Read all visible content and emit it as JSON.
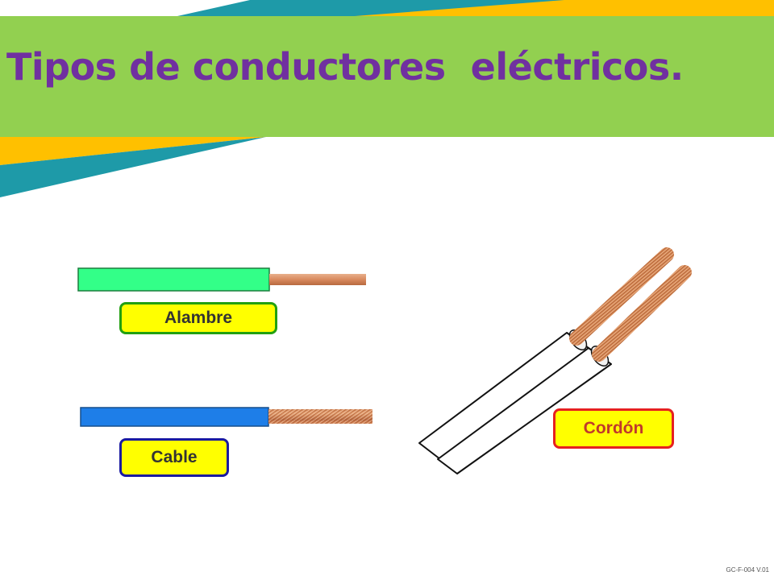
{
  "slide": {
    "title": "Tipos de conductores  eléctricos.",
    "footer_code": "GC-F-004 V.01"
  },
  "conductors": {
    "alambre": {
      "label": "Alambre",
      "insulation_color": "#33ff88",
      "core": "solid"
    },
    "cable": {
      "label": "Cable",
      "insulation_color": "#1e7ee8",
      "core": "stranded"
    },
    "cordon": {
      "label": "Cordón",
      "insulation_color": "#ffffff",
      "core": "stranded-twin"
    }
  },
  "colors": {
    "banner_green": "#92d050",
    "title_purple": "#7030a0",
    "accent_teal": "#1e9aa8",
    "accent_yellow": "#ffc000",
    "copper": "#d9875a"
  }
}
